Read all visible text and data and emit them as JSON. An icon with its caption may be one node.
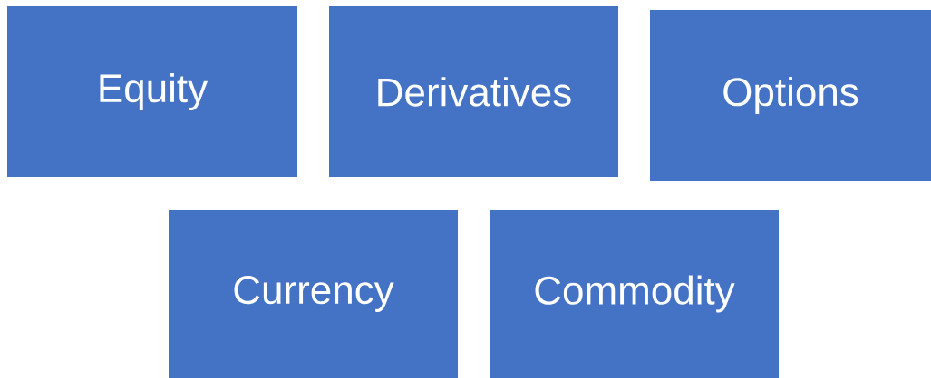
{
  "diagram": {
    "nodes": [
      {
        "text": [
          "Equity"
        ]
      },
      {
        "text": [
          "Derivatives"
        ]
      },
      {
        "text": [
          "Options"
        ]
      },
      {
        "text": [
          "Currency"
        ]
      },
      {
        "text": [
          "Commodity"
        ]
      }
    ]
  }
}
